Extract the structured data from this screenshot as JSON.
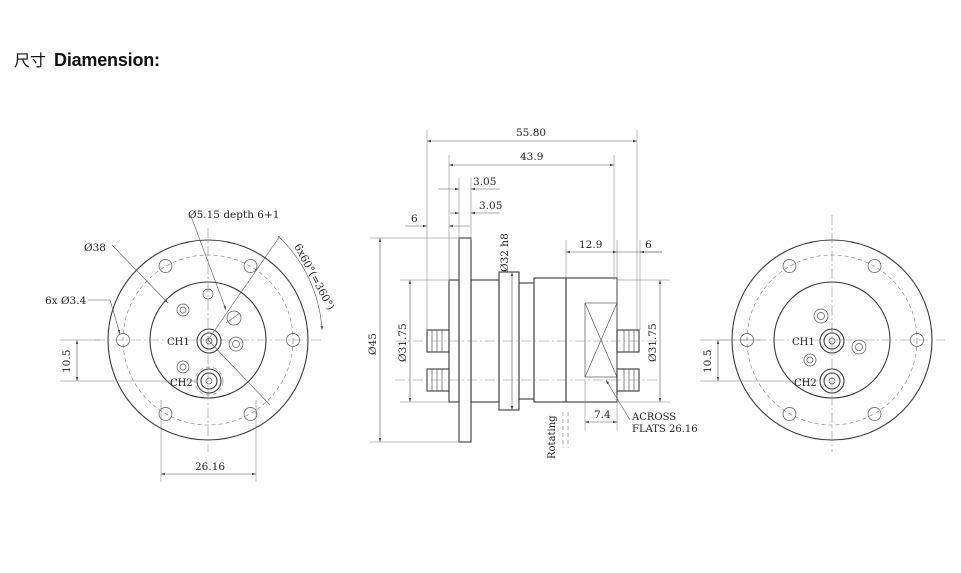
{
  "title": {
    "cjk": "尺寸",
    "en": "Diamension:"
  },
  "left_view": {
    "hole_depth": "Ø5.15 depth 6+1",
    "outer_dia": "Ø38",
    "mount_holes": "6x Ø3.4",
    "angle": "6x60°(=360°)",
    "offset": "10.5",
    "width": "26.16",
    "ch1": "CH1",
    "ch2": "CH2"
  },
  "side_view": {
    "total_length": "55.80",
    "length_2": "43.9",
    "flange_1": "3.05",
    "flange_2": "3.05",
    "left_6": "6",
    "right_6": "6",
    "len_12_9": "12.9",
    "shaft_dia": "Ø32 h8",
    "dia_left": "Ø31.75",
    "dia_right": "Ø31.75",
    "flange_dia": "Ø45",
    "flats_width": "7.4",
    "across": "ACROSS",
    "flats": "FLATS 26.16",
    "rotating": "Rotating"
  },
  "right_view": {
    "offset": "10.5",
    "ch1": "CH1",
    "ch2": "CH2"
  }
}
